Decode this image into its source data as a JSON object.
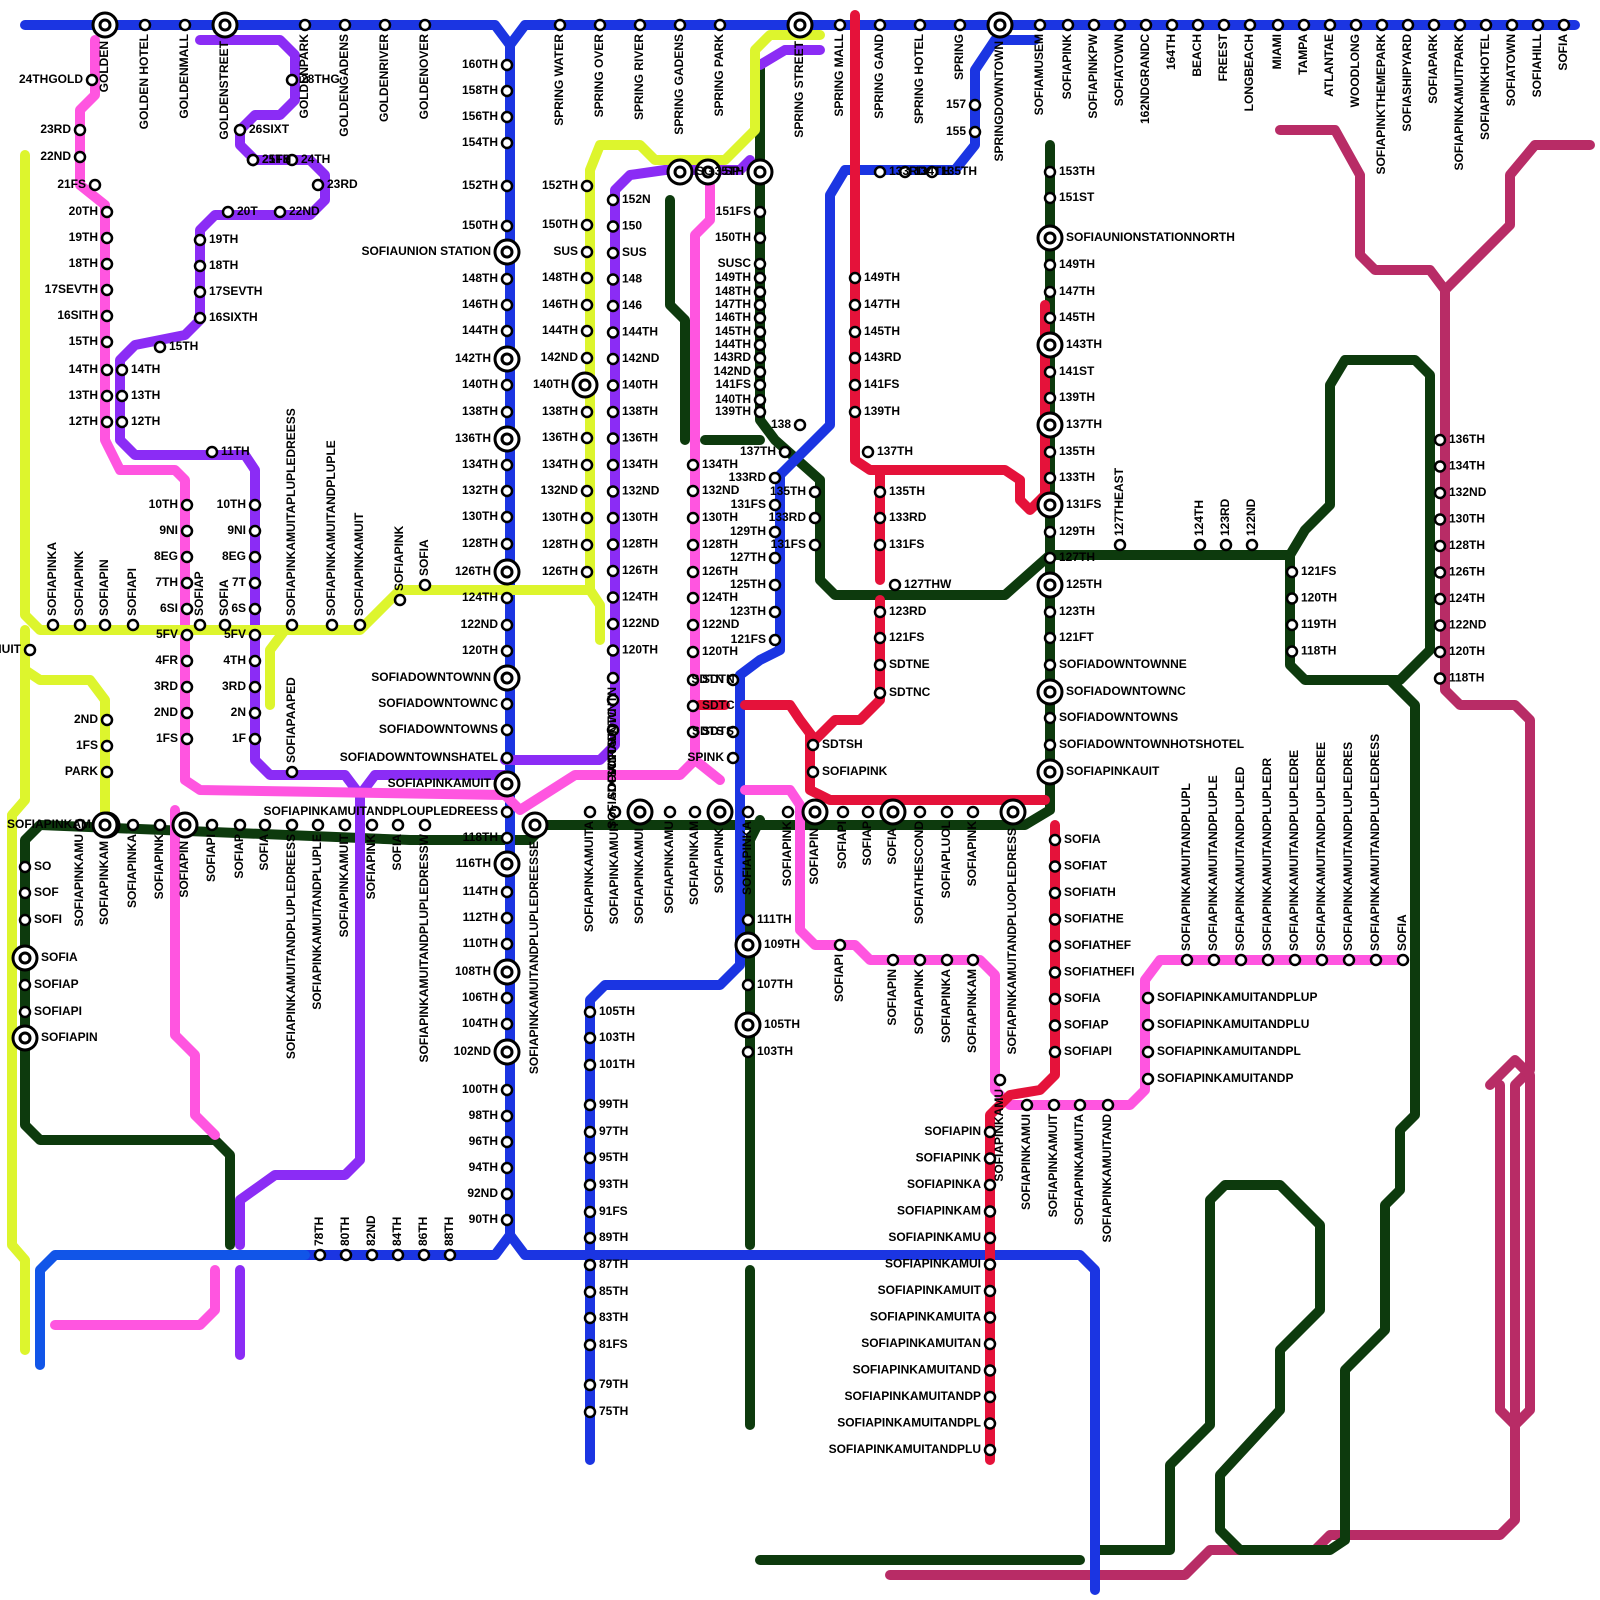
{
  "lines": [
    {
      "id": "blue",
      "color": "#1b35e2"
    },
    {
      "id": "pink",
      "color": "#ff55e0"
    },
    {
      "id": "purple",
      "color": "#8b2cf5"
    },
    {
      "id": "lime",
      "color": "#ddf52d"
    },
    {
      "id": "dark_green",
      "color": "#0d3a0d"
    },
    {
      "id": "crimson",
      "color": "#e5123a"
    },
    {
      "id": "maroon",
      "color": "#b82c66"
    },
    {
      "id": "mid_blue",
      "color": "#1155e8"
    }
  ],
  "stations": {
    "top_row": [
      "GOLDEN",
      "GOLDEN HOTEL",
      "GOLDENMALL",
      "GOLDENSTREET",
      "GOLDENPARK",
      "GOLDENGADENS",
      "GOLDENRIVER",
      "GOLDENOVER",
      "SPRING WATER",
      "SPRING OVER",
      "SPRING RIVER",
      "SPRING GADENS",
      "SPRING PARK",
      "SPRING STREET",
      "SPRING MALL",
      "SPRING GAND",
      "SPRING HOTEL",
      "SPRING",
      "SPRINGDOWNTOWN",
      "SOFIAMUSEM",
      "SOFIAPINK",
      "SOFIAPINKPW",
      "SOFIATOWN",
      "162NDGRANDC",
      "164TH",
      "BEACH",
      "FREEST",
      "LONGBEACH",
      "MIAMI",
      "TAMPA",
      "ATLANTAE",
      "WOODLONG",
      "SOFIAPINKTHEMEPARK",
      "SOFIASHIPYARD",
      "SOFIAPARK",
      "SOFIAPINKAMUITPARK",
      "SOFIAPINKHOTEL",
      "SOFIATOWN",
      "SOFIAHILL",
      "SOFIA"
    ],
    "west_pink": [
      "24THGOLD",
      "23RD",
      "22ND",
      "21FS",
      "20TH",
      "19TH",
      "18TH",
      "17SEVTH",
      "16SITH",
      "15TH",
      "14TH",
      "13TH",
      "12TH"
    ],
    "purple_north": [
      "28THG",
      "26SIXT",
      "21FS",
      "25TH",
      "24TH",
      "23RD",
      "20T",
      "22ND",
      "19TH",
      "18TH",
      "17SEVTH",
      "16SIXTH",
      "15TH",
      "14TH",
      "13TH",
      "12TH",
      "11TH"
    ],
    "pink_mid": [
      "10TH",
      "9NI",
      "8EG",
      "7TH",
      "6SI",
      "5FV",
      "4FR",
      "3RD",
      "2ND",
      "1FS"
    ],
    "purple_mid": [
      "10TH",
      "9NI",
      "8EG",
      "7T",
      "6S",
      "5FV",
      "4TH",
      "3RD",
      "2N",
      "1F"
    ],
    "lime_west": [
      "SOFIAPINKAMUIT",
      "2ND",
      "1FS",
      "PARK",
      "SOFIAPINKAM"
    ],
    "lime_row": [
      "SOFIAPINKA",
      "SOFIAPINK",
      "SOFIAPIN",
      "SOFIAPI",
      "SOFIAP",
      "SOFIA",
      "SOFIAPINKAMUITAPLUPLEDREESS",
      "SOFIAPINKAMUITANDPLUPLE",
      "SOFIAPINKAMUIT",
      "SOFIAPINK",
      "SOFIA",
      "SOFIAPAAPED"
    ],
    "green_row": [
      "SOFIAPINKAMU",
      "SOFIAPINKAM",
      "SOFIAPINKA",
      "SOFIAPINK",
      "SOFIAPIN",
      "SOFIAPI",
      "SOFIAP",
      "SOFIA",
      "SOFIAPINKAMUITANDPLUPLEDREESS",
      "SOFIAPINKAMUITANDPLUPLE",
      "SOFIAPINKAMUIT",
      "SOFIAPINK",
      "SOFIA",
      "SOFIAPINKAMUITANDPLUPLEDRESSW"
    ],
    "green_west": [
      "SO",
      "SOF",
      "SOFI",
      "SOFIA",
      "SOFIAP",
      "SOFIAPI",
      "SOFIAPIN"
    ],
    "blue_trunk": [
      "160TH",
      "158TH",
      "156TH",
      "154TH",
      "152TH",
      "150TH",
      "SOFIAUNION STATION",
      "148TH",
      "146TH",
      "144TH",
      "142TH",
      "140TH",
      "138TH",
      "136TH",
      "134TH",
      "132TH",
      "130TH",
      "128TH",
      "126TH",
      "124TH",
      "122ND",
      "120TH",
      "SOFIADOWNTOWNN",
      "SOFIADOWNTOWNC",
      "SOFIADOWNTOWNS",
      "SOFIADOWNTOWNSHATEL",
      "SOFIAPINKAMUIT",
      "SOFIAPINKAMUITANDPLOUPLEDREESS",
      "118TH",
      "116TH",
      "114TH",
      "112TH",
      "110TH",
      "108TH",
      "106TH",
      "104TH",
      "102ND",
      "100TH",
      "98TH",
      "96TH",
      "94TH",
      "92ND",
      "90TH"
    ],
    "blue_bottom": [
      "78TH",
      "80TH",
      "82ND",
      "84TH",
      "86TH",
      "88TH"
    ],
    "lime_center": [
      "152TH",
      "150TH",
      "SUS",
      "148TH",
      "146TH",
      "144TH",
      "142ND",
      "140TH",
      "138TH",
      "136TH",
      "134TH",
      "132ND",
      "130TH",
      "128TH",
      "126TH"
    ],
    "purple_center": [
      "152N",
      "150",
      "SUS",
      "148",
      "146",
      "144TH",
      "142ND",
      "140TH",
      "138TH",
      "136TH",
      "134TH",
      "132ND",
      "130TH",
      "128TH",
      "126TH",
      "124TH",
      "122ND",
      "120TH"
    ],
    "downtown_diag": [
      "SOFIADOWNTN",
      "SOFIADOWNTC",
      "SOFIADOWNTS"
    ],
    "pink_center": [
      "SG",
      "SP",
      "134TH",
      "132ND",
      "130TH",
      "128TH",
      "126TH",
      "124TH",
      "122ND",
      "120TH",
      "SDTN",
      "SDTC",
      "SDTS"
    ],
    "green_center": [
      "135TH",
      "151FS",
      "150TH",
      "SUSC",
      "149TH",
      "148TH",
      "147TH",
      "146TH",
      "145TH",
      "144TH",
      "143RD",
      "142ND",
      "141FS",
      "140TH",
      "139TH",
      "138",
      "137TH",
      "135TH",
      "133RD",
      "131FS"
    ],
    "blue_center": [
      "133RD",
      "131FS",
      "129TH",
      "127TH",
      "125TH",
      "123TH",
      "121FS",
      "SDTN",
      "SDTS",
      "SPINK"
    ],
    "crimson_center": [
      "133RD",
      "134TH",
      "135TH",
      "149TH",
      "147TH",
      "145TH",
      "143RD",
      "141FS",
      "139TH",
      "137TH",
      "135TH",
      "133RD",
      "131FS",
      "127THW",
      "123RD",
      "121FS",
      "SDTNE",
      "SDTNC",
      "SDTSH",
      "SOFIAPINK"
    ],
    "springdt": [
      "157",
      "155"
    ],
    "green_east": [
      "153TH",
      "151ST",
      "SOFIAUNIONSTATIONNORTH",
      "149TH",
      "147TH",
      "145TH",
      "143TH",
      "141ST",
      "139TH",
      "137TH",
      "135TH",
      "133TH",
      "131FS",
      "129TH",
      "127TH",
      "125TH",
      "123TH",
      "121FT",
      "SOFIADOWNTOWNNE",
      "SOFIADOWNTOWNC",
      "SOFIADOWNTOWNS",
      "SOFIADOWNTOWNHOTSHOTEL",
      "SOFIAPINKAUIT"
    ],
    "green_east_row": [
      "127THEAST",
      "124TH",
      "123RD",
      "122ND"
    ],
    "green_far_east": [
      "121FS",
      "120TH",
      "119TH",
      "118TH"
    ],
    "maroon_east": [
      "136TH",
      "134TH",
      "132ND",
      "130TH",
      "128TH",
      "126TH",
      "124TH",
      "122ND",
      "120TH",
      "118TH"
    ],
    "green_center_row": [
      "SOFIAPINKAMUITA",
      "SOFIAPINKAMUIT",
      "SOFIAPINKAMUI",
      "SOFIAPINKAMU",
      "SOFIAPINKAM",
      "SOFIAPINK",
      "SOFIAPINKA",
      "SOFIAPINK",
      "SOFIAPIN",
      "SOFIAPI",
      "SOFIAP",
      "SOFIA",
      "SOFIATHESCOND",
      "SOFIAPLUOL",
      "SOFIAPINK",
      "SOFIAPINKAMUITANDPLUOPLEDRESS",
      "SOFIAPINKAMUITANDPLUPLEDREESSE"
    ],
    "blue_lower": [
      "105TH",
      "103TH",
      "101TH",
      "99TH",
      "97TH",
      "95TH",
      "93TH",
      "91FS",
      "89TH",
      "87TH",
      "85TH",
      "83TH",
      "81FS",
      "79TH",
      "75TH"
    ],
    "green_lower": [
      "111TH",
      "109TH",
      "107TH",
      "105TH",
      "103TH"
    ],
    "crimson_lower": [
      "SOFIA",
      "SOFIAT",
      "SOFIATH",
      "SOFIATHE",
      "SOFIATHEF",
      "SOFIATHEFI",
      "SOFIA",
      "SOFIAP",
      "SOFIAPI"
    ],
    "crimson_south": [
      "SOFIAPIN",
      "SOFIAPINK",
      "SOFIAPINKA",
      "SOFIAPINKAM",
      "SOFIAPINKAMU",
      "SOFIAPINKAMUI",
      "SOFIAPINKAMUIT",
      "SOFIAPINKAMUITA",
      "SOFIAPINKAMUITAN",
      "SOFIAPINKAMUITAND",
      "SOFIAPINKAMUITANDP",
      "SOFIAPINKAMUITANDPL",
      "SOFIAPINKAMUITANDPLU"
    ],
    "pink_lower_row": [
      "SOFIAPI",
      "SOFIAPIN",
      "SOFIAPINK",
      "SOFIAPINKA",
      "SOFIAPINKAM",
      "SOFIAPINKAMU"
    ],
    "pink_lower_sub": [
      "SOFIAPINKAMUI",
      "SOFIAPINKAMUIT",
      "SOFIAPINKAMUITA",
      "SOFIAPINKAMUITAND"
    ],
    "pink_east_row": [
      "SOFIAPINKAMUITANDPLUPL",
      "SOFIAPINKAMUITANDPLUPLE",
      "SOFIAPINKAMUITANDPLUPLED",
      "SOFIAPINKAMUITANDPLUPLEDR",
      "SOFIAPINKAMUITANDPLUPLEDRE",
      "SOFIAPINKAMUITANDPLUPLEDREE",
      "SOFIAPINKAMUITANDPLUPLEDRES",
      "SOFIAPINKAMUITANDPLUPLEDRESS",
      "SOFIA"
    ],
    "pink_east_col": [
      "SOFIAPINKAMUITANDPLUP",
      "SOFIAPINKAMUITANDPLU",
      "SOFIAPINKAMUITANDPL",
      "SOFIAPINKAMUITANDP"
    ]
  }
}
